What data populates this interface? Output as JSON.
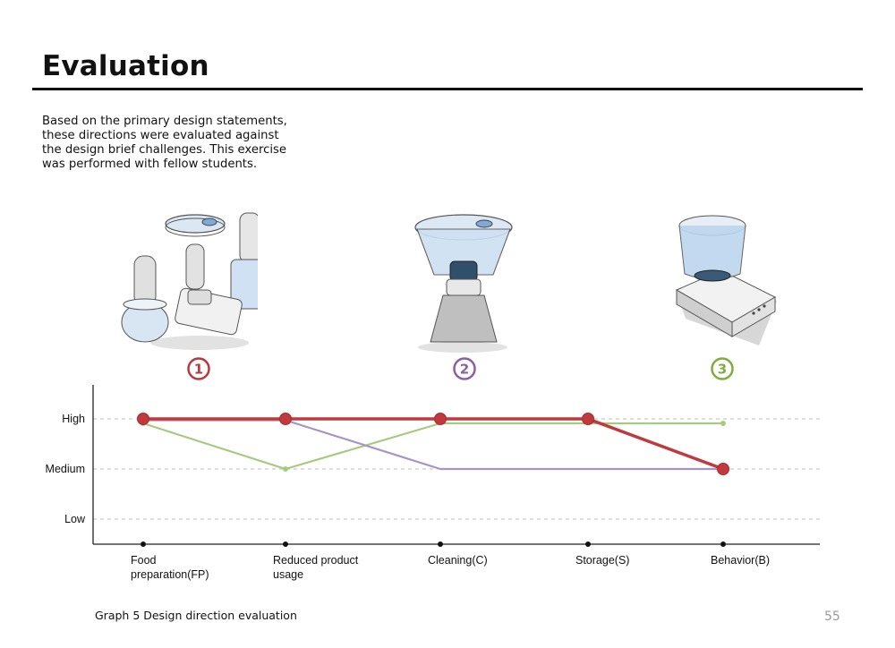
{
  "page": {
    "title": "Evaluation",
    "intro": "Based on the primary design statements, these directions were evaluated against the design brief challenges. This exercise was performed with fellow students.",
    "caption": "Graph 5 Design direction evaluation",
    "page_number": "55"
  },
  "directions": [
    {
      "label": "1",
      "color": "#b63a3e",
      "icon": "modular-food-container-set-sketch"
    },
    {
      "label": "2",
      "color": "#8a5fa8",
      "icon": "blender-style-processor-sketch"
    },
    {
      "label": "3",
      "color": "#82ad3e",
      "icon": "jar-on-base-station-sketch"
    }
  ],
  "chart_data": {
    "type": "line",
    "categories": [
      "Food\npreparation(FP)",
      "Reduced product\nusage",
      "Cleaning(C)",
      "Storage(S)",
      "Behavior(B)"
    ],
    "y_levels": [
      "Low",
      "Medium",
      "High"
    ],
    "ylim": [
      1,
      3
    ],
    "grid": true,
    "series": [
      {
        "name": "1",
        "color": "#c0393d",
        "values": [
          3,
          3,
          3,
          3,
          2
        ]
      },
      {
        "name": "2",
        "color": "#a793c4",
        "values": [
          3,
          3,
          2,
          2,
          2
        ]
      },
      {
        "name": "3",
        "color": "#a9c97e",
        "values": [
          3,
          2,
          3,
          3,
          3
        ]
      }
    ]
  }
}
